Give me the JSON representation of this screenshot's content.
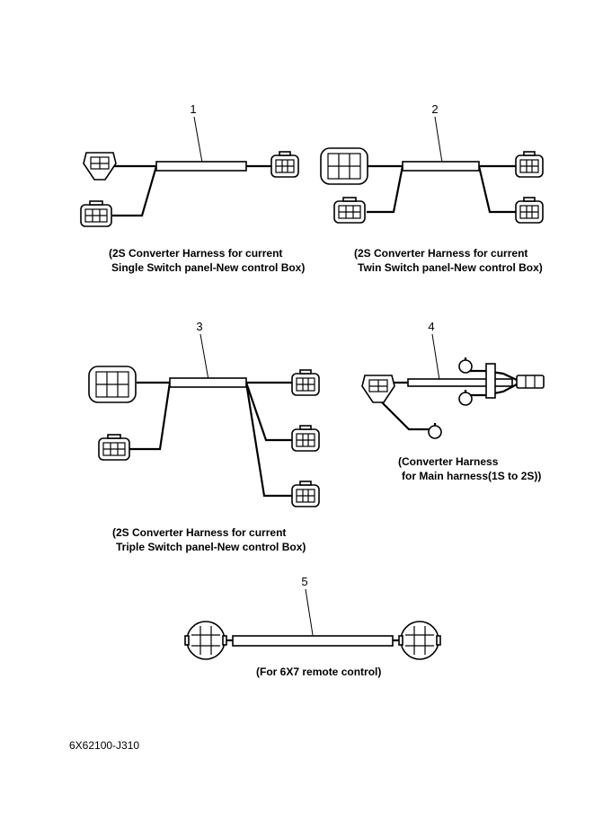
{
  "items": [
    {
      "number": "1",
      "caption_line1": "(2S Converter Harness for current",
      "caption_line2": "Single Switch panel-New control Box)"
    },
    {
      "number": "2",
      "caption_line1": "(2S Converter Harness for current",
      "caption_line2": "Twin Switch panel-New control Box)"
    },
    {
      "number": "3",
      "caption_line1": "(2S Converter Harness for current",
      "caption_line2": "Triple Switch panel-New control Box)"
    },
    {
      "number": "4",
      "caption_line1": "(Converter Harness",
      "caption_line2": "for Main harness(1S to 2S))"
    },
    {
      "number": "5",
      "caption_line1": "(For 6X7 remote control)",
      "caption_line2": ""
    }
  ],
  "drawing_code": "6X62100-J310"
}
